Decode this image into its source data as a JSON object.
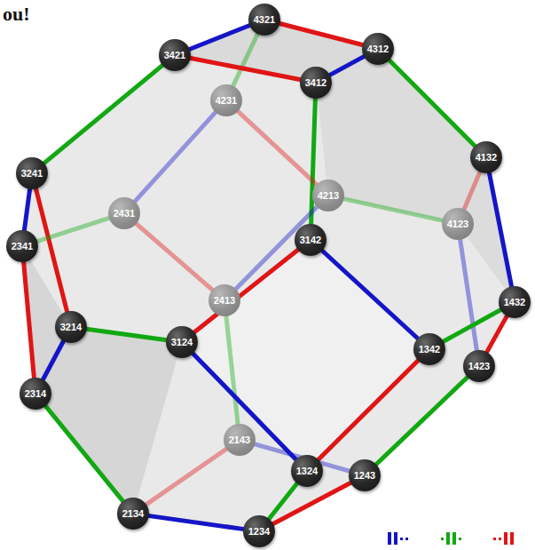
{
  "diagram": {
    "nodes": [
      {
        "text": [
          "4321"
        ]
      },
      {
        "text": [
          "3421"
        ]
      },
      {
        "text": [
          "4312"
        ]
      },
      {
        "text": [
          "3412"
        ]
      },
      {
        "text": [
          "4231"
        ]
      },
      {
        "text": [
          "3241"
        ]
      },
      {
        "text": [
          "4132"
        ]
      },
      {
        "text": [
          "2431"
        ]
      },
      {
        "text": [
          "4213"
        ]
      },
      {
        "text": [
          "4123"
        ]
      },
      {
        "text": [
          "3142"
        ]
      },
      {
        "text": [
          "2341"
        ]
      },
      {
        "text": [
          "2413"
        ]
      },
      {
        "text": [
          "1432"
        ]
      },
      {
        "text": [
          "3214"
        ]
      },
      {
        "text": [
          "1342"
        ]
      },
      {
        "text": [
          "3124"
        ]
      },
      {
        "text": [
          "1423"
        ]
      },
      {
        "text": [
          "2314"
        ]
      },
      {
        "text": [
          "2143"
        ]
      },
      {
        "text": [
          "1324"
        ]
      },
      {
        "text": [
          "1243"
        ]
      },
      {
        "text": [
          "2134"
        ]
      },
      {
        "text": [
          "1234"
        ]
      }
    ],
    "edges": [
      {
        "from": 0,
        "to": 1,
        "arrow": "none"
      },
      {
        "from": 0,
        "to": 4,
        "arrow": "none"
      },
      {
        "from": 0,
        "to": 2,
        "arrow": "none"
      },
      {
        "from": 1,
        "to": 5,
        "arrow": "none"
      },
      {
        "from": 1,
        "to": 3,
        "arrow": "none"
      },
      {
        "from": 2,
        "to": 3,
        "arrow": "none"
      },
      {
        "from": 2,
        "to": 6,
        "arrow": "none"
      },
      {
        "from": 3,
        "to": 10,
        "arrow": "none"
      },
      {
        "from": 4,
        "to": 7,
        "arrow": "none"
      },
      {
        "from": 4,
        "to": 8,
        "arrow": "none"
      },
      {
        "from": 5,
        "to": 11,
        "arrow": "none"
      },
      {
        "from": 5,
        "to": 14,
        "arrow": "none"
      },
      {
        "from": 6,
        "to": 13,
        "arrow": "none"
      },
      {
        "from": 6,
        "to": 9,
        "arrow": "none"
      },
      {
        "from": 7,
        "to": 11,
        "arrow": "none"
      },
      {
        "from": 7,
        "to": 12,
        "arrow": "none"
      },
      {
        "from": 8,
        "to": 12,
        "arrow": "none"
      },
      {
        "from": 8,
        "to": 9,
        "arrow": "none"
      },
      {
        "from": 9,
        "to": 17,
        "arrow": "none"
      },
      {
        "from": 10,
        "to": 15,
        "arrow": "none"
      },
      {
        "from": 10,
        "to": 16,
        "arrow": "none"
      },
      {
        "from": 11,
        "to": 18,
        "arrow": "none"
      },
      {
        "from": 12,
        "to": 19,
        "arrow": "none"
      },
      {
        "from": 13,
        "to": 15,
        "arrow": "none"
      },
      {
        "from": 13,
        "to": 17,
        "arrow": "none"
      },
      {
        "from": 14,
        "to": 18,
        "arrow": "none"
      },
      {
        "from": 14,
        "to": 16,
        "arrow": "none"
      },
      {
        "from": 15,
        "to": 20,
        "arrow": "none"
      },
      {
        "from": 16,
        "to": 20,
        "arrow": "none"
      },
      {
        "from": 17,
        "to": 21,
        "arrow": "none"
      },
      {
        "from": 18,
        "to": 22,
        "arrow": "none"
      },
      {
        "from": 19,
        "to": 21,
        "arrow": "none"
      },
      {
        "from": 19,
        "to": 22,
        "arrow": "none"
      },
      {
        "from": 20,
        "to": 23,
        "arrow": "none"
      },
      {
        "from": 21,
        "to": 23,
        "arrow": "none"
      },
      {
        "from": 22,
        "to": 23,
        "arrow": "none"
      }
    ],
    "labels": [
      "ou!"
    ]
  }
}
